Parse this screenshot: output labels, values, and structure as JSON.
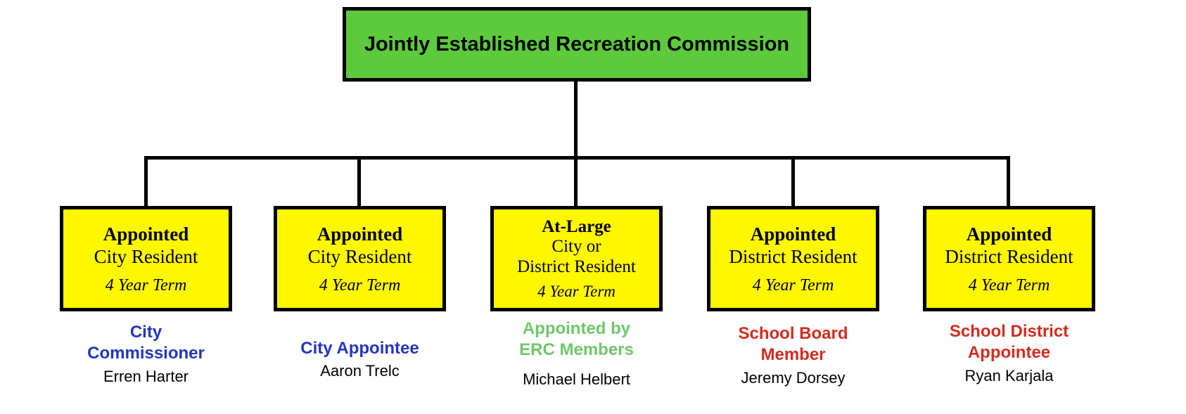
{
  "title": "Jointly Established Recreation Commission",
  "colors": {
    "header_bg": "#5dca3c",
    "box_bg": "#fff700",
    "connector": "#000000",
    "role_blue": "#2136c0",
    "role_green": "#70c76a",
    "role_red": "#d32b1e",
    "name_text": "#000000"
  },
  "nodes": [
    {
      "box_title": "Appointed",
      "box_line2": "City Resident",
      "term": "4 Year Term",
      "role_line1": "City",
      "role_line2": "Commissioner",
      "role_color": "#2136c0",
      "name": "Erren Harter"
    },
    {
      "box_title": "Appointed",
      "box_line2": "City Resident",
      "term": "4 Year Term",
      "role_line1": "City Appointee",
      "role_color": "#2136c0",
      "name": "Aaron Trelc"
    },
    {
      "box_title": "At-Large",
      "box_line2": "City or",
      "box_line3": "District Resident",
      "term": "4 Year Term",
      "role_line1": "Appointed by",
      "role_line2": "ERC Members",
      "role_color": "#70c76a",
      "name": "Michael Helbert"
    },
    {
      "box_title": "Appointed",
      "box_line2": "District Resident",
      "term": "4 Year Term",
      "role_line1": "School Board",
      "role_line2": "Member",
      "role_color": "#d32b1e",
      "name": "Jeremy Dorsey"
    },
    {
      "box_title": "Appointed",
      "box_line2": "District Resident",
      "term": "4 Year Term",
      "role_line1": "School District",
      "role_line2": "Appointee",
      "role_color": "#d32b1e",
      "name": "Ryan Karjala"
    }
  ]
}
